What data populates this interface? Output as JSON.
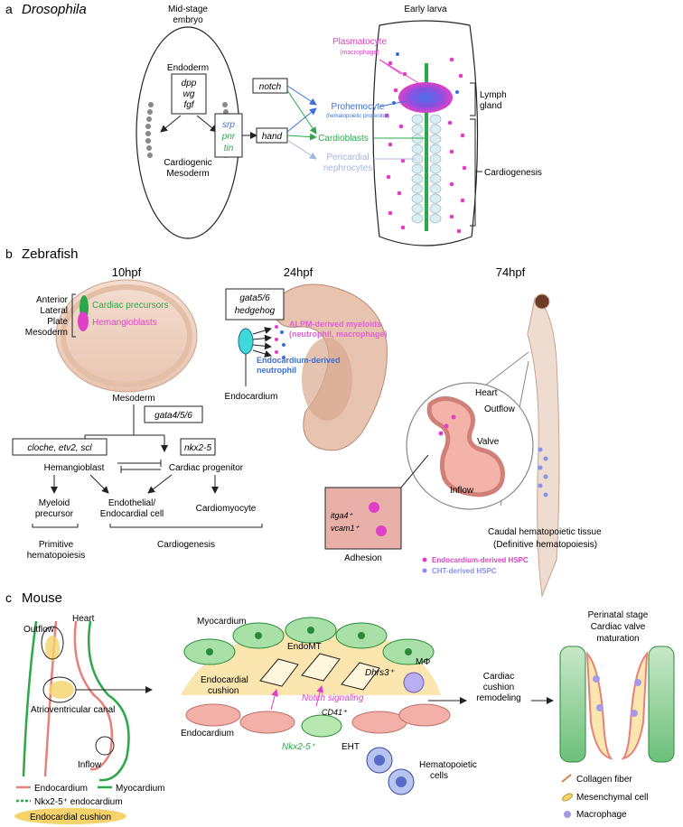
{
  "panel_a": {
    "letter": "a",
    "title": "Drosophila",
    "embryo_title_1": "Mid-stage",
    "embryo_title_2": "embryo",
    "endoderm": "Endoderm",
    "genes_endoderm": [
      "dpp",
      "wg",
      "fgf"
    ],
    "mesoderm_1": "Cardiogenic",
    "mesoderm_2": "Mesoderm",
    "genes_tf": [
      "srp",
      "pnr",
      "tin"
    ],
    "notch": "notch",
    "hand": "hand",
    "larva_title": "Early larva",
    "plasmatocyte": "Plasmatocyte",
    "plasmatocyte_sub": "(macrophage)",
    "prohemocyte": "Prohemocyte",
    "prohemocyte_sub": "(hematopoietic progenitor)",
    "cardioblasts": "Cardioblasts",
    "pericardial_1": "Pericardial",
    "pericardial_2": "nephrocytes",
    "lymph_1": "Lymph",
    "lymph_2": "gland",
    "cardiogenesis": "Cardiogenesis"
  },
  "panel_b": {
    "letter": "b",
    "title": "Zebrafish",
    "stage_10": "10hpf",
    "stage_24": "24hpf",
    "stage_74": "74hpf",
    "alpm_lines": [
      "Anterior",
      "Lateral",
      "Plate",
      "Mesoderm"
    ],
    "cardiac_precursors": "Cardiac precursors",
    "hemangioblasts": "Hemangioblasts",
    "mesoderm": "Mesoderm",
    "gata456": "gata4/5/6",
    "cloche": "cloche, etv2, scl",
    "nkx25": "nkx2-5",
    "hemangioblast": "Hemangioblast",
    "cardiac_progenitor": "Cardiac progenitor",
    "myeloid_1": "Myeloid",
    "myeloid_2": "precursor",
    "endothelial_1": "Endothelial/",
    "endothelial_2": "Endocardial cell",
    "cardiomyocyte": "Cardiomyocyte",
    "primitive_1": "Primitive",
    "primitive_2": "hematopoiesis",
    "cardiogenesis": "Cardiogenesis",
    "gata56": "gata5/6",
    "hedgehog": "hedgehog",
    "alpm_myeloid_1": "ALPM-derived myeloids",
    "alpm_myeloid_2": "(neutrophil, macrophage)",
    "endo_neutro_1": "Endocardium-derived",
    "endo_neutro_2": "neutrophil",
    "endocardium": "Endocardium",
    "heart": "Heart",
    "outflow": "Outflow",
    "valve": "Valve",
    "inflow": "Inflow",
    "itga4": "itga4⁺",
    "vcam1": "vcam1⁺",
    "adhesion": "Adhesion",
    "caudal_1": "Caudal hematopoietic tissue",
    "caudal_2": "(Definitive hematopoiesis)",
    "legend_endo_hspc": "Endocardium-derived HSPC",
    "legend_cht_hspc": "CHT-derived HSPC"
  },
  "panel_c": {
    "letter": "c",
    "title": "Mouse",
    "heart": "Heart",
    "outflow": "Outflow",
    "av_canal": "Atrioventricular canal",
    "inflow": "Inflow",
    "legend_endocardium": "Endocardium",
    "legend_myocardium": "Myocardium",
    "legend_nkx": "Nkx2-5⁺ endocardium",
    "endocardial_cushion_bar": "Endocardial cushion",
    "myocardium": "Myocardium",
    "endomt": "EndoMT",
    "cushion_1": "Endocardial",
    "cushion_2": "cushion",
    "dhrs3": "Dhrs3⁺",
    "mphi": "MΦ",
    "notch_signaling": "Notch signaling",
    "cd41": "CD41⁺",
    "endocardium": "Endocardium",
    "nkx25": "Nkx2-5⁺",
    "eht": "EHT",
    "hematopoietic_1": "Hematopoietic",
    "hematopoietic_2": "cells",
    "remodel_1": "Cardiac",
    "remodel_2": "cushion",
    "remodel_3": "remodeling",
    "perinatal_1": "Perinatal stage",
    "perinatal_2": "Cardiac valve",
    "perinatal_3": "maturation",
    "legend_collagen": "Collagen fiber",
    "legend_mesenchymal": "Mesenchymal cell",
    "legend_macrophage": "Macrophage"
  },
  "colors": {
    "magenta": "#e040c8",
    "blue": "#3a6fd8",
    "green": "#2aa84a",
    "lavender": "#a8b4e0",
    "endocardium": "#e8807a",
    "myocardium": "#2aa84a",
    "cushion": "#f5d36a"
  }
}
